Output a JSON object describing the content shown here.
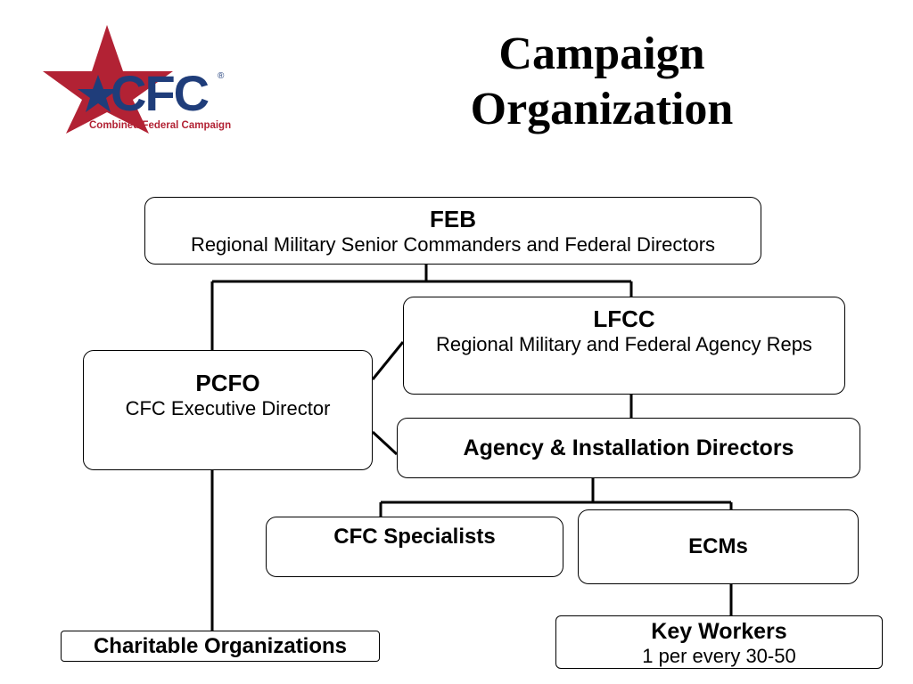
{
  "logo": {
    "wordmark": "CFC",
    "registered": "®",
    "tagline": "Combined Federal Campaign",
    "colors": {
      "star_red": "#b22234",
      "navy": "#1f3d7a"
    }
  },
  "title": {
    "line1": "Campaign",
    "line2": "Organization"
  },
  "boxes": {
    "feb": {
      "head": "FEB",
      "sub": "Regional Military Senior Commanders and Federal Directors"
    },
    "lfcc": {
      "head": "LFCC",
      "sub": "Regional Military and Federal Agency Reps"
    },
    "pcfo": {
      "head": "PCFO",
      "sub": "CFC Executive Director"
    },
    "agency": {
      "label": "Agency & Installation Directors"
    },
    "specialists": {
      "label": "CFC Specialists"
    },
    "ecms": {
      "label": "ECMs"
    },
    "charitable": {
      "label": "Charitable Organizations"
    },
    "key_workers": {
      "head": "Key Workers",
      "sub": "1 per every 30-50"
    }
  }
}
